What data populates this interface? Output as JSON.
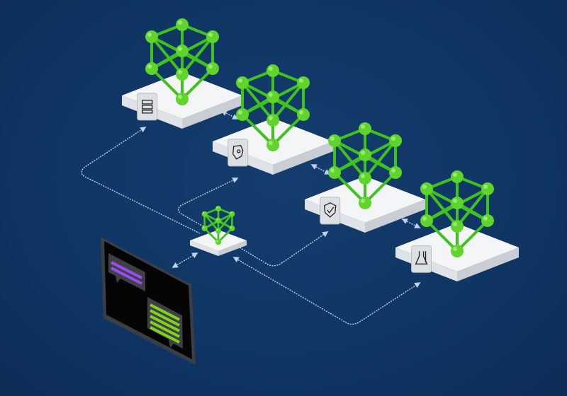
{
  "colors": {
    "background": "#0f3563",
    "platform_top": "#f4f5f6",
    "platform_side": "#c9ced4",
    "node": "#5fd42a",
    "edge": "#3ec21e",
    "arrow": "#cfe3ff",
    "chat_purple": "#9a4cf0",
    "chat_green": "#7ed321"
  },
  "platforms": [
    {
      "id": "model-1",
      "icon": "document-stack-icon",
      "size": "large"
    },
    {
      "id": "model-2",
      "icon": "map-region-icon",
      "size": "large"
    },
    {
      "id": "model-3",
      "icon": "shield-check-icon",
      "size": "large"
    },
    {
      "id": "model-4",
      "icon": "lab-flask-icon",
      "size": "large"
    },
    {
      "id": "router",
      "icon": "",
      "size": "small"
    }
  ],
  "monitor": {
    "bubbles": [
      {
        "color": "purple",
        "lines": 2
      },
      {
        "color": "green",
        "lines": 5
      }
    ]
  }
}
